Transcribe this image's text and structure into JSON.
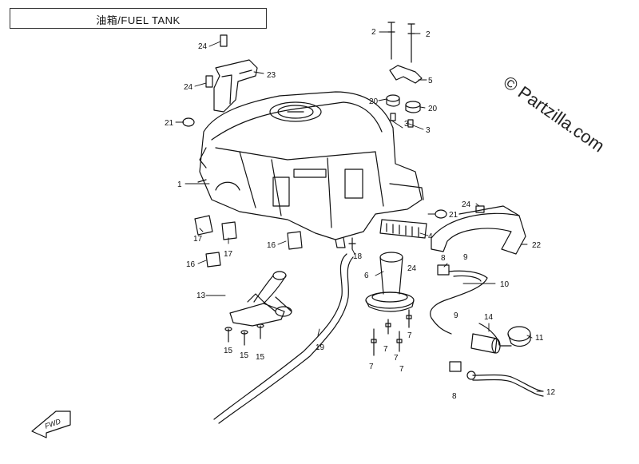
{
  "title": "油箱/FUEL TANK",
  "watermark": "© Partzilla.com",
  "fwd_label": "FWD",
  "callouts": {
    "c1": "1",
    "c2a": "2",
    "c2b": "2",
    "c3a": "3",
    "c3b": "3",
    "c4": "4",
    "c5": "5",
    "c6": "6",
    "c7a": "7",
    "c7b": "7",
    "c7c": "7",
    "c7d": "7",
    "c7e": "7",
    "c8a": "8",
    "c8b": "8",
    "c9a": "9",
    "c9b": "9",
    "c10": "10",
    "c11": "11",
    "c12": "12",
    "c13": "13",
    "c14": "14",
    "c15a": "15",
    "c15b": "15",
    "c15c": "15",
    "c16a": "16",
    "c16b": "16",
    "c17a": "17",
    "c17b": "17",
    "c18": "18",
    "c19": "19",
    "c20a": "20",
    "c20b": "20",
    "c21a": "21",
    "c21b": "21",
    "c22": "22",
    "c23": "23",
    "c24a": "24",
    "c24b": "24",
    "c24c": "24",
    "c24d": "24"
  }
}
